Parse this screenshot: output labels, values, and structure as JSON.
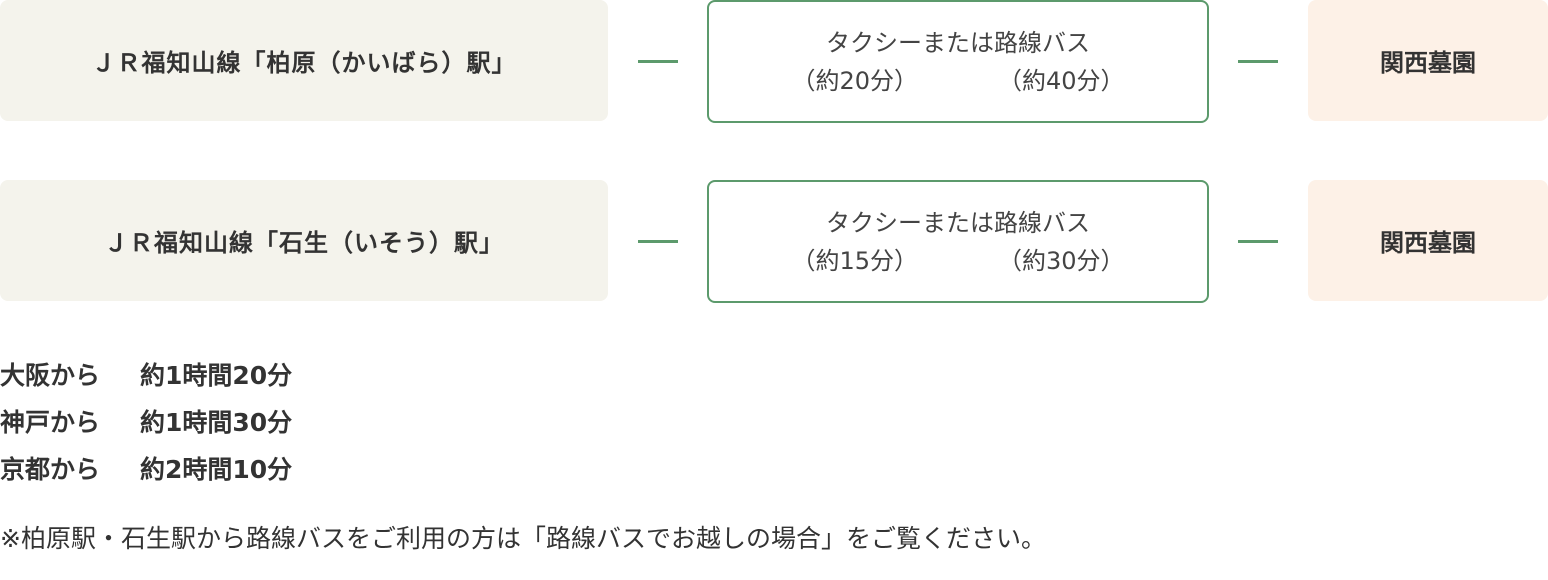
{
  "routes": [
    {
      "station": "ＪＲ福知山線「柏原（かいばら）駅」",
      "transport": {
        "label": "タクシーまたは路線バス",
        "taxi_time": "（約20分）",
        "bus_time": "（約40分）"
      },
      "destination": "関西墓園"
    },
    {
      "station": "ＪＲ福知山線「石生（いそう）駅」",
      "transport": {
        "label": "タクシーまたは路線バス",
        "taxi_time": "（約15分）",
        "bus_time": "（約30分）"
      },
      "destination": "関西墓園"
    }
  ],
  "durations": [
    {
      "origin": "大阪から",
      "time": "約1時間20分"
    },
    {
      "origin": "神戸から",
      "time": "約1時間30分"
    },
    {
      "origin": "京都から",
      "time": "約2時間10分"
    }
  ],
  "note": "※柏原駅・石生駅から路線バスをご利用の方は「路線バスでお越しの場合」をご覧ください。",
  "colors": {
    "accent_green": "#5c9a6c",
    "station_bg": "#f4f3ec",
    "destination_bg": "#fdf1e7"
  }
}
